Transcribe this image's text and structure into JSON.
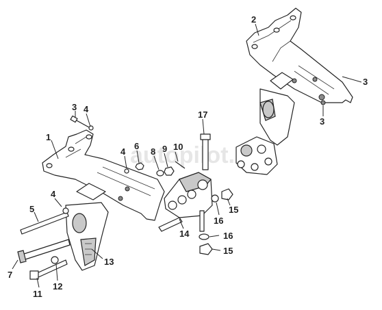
{
  "watermark": "autopilot.ru",
  "callouts": [
    "1",
    "2",
    "3",
    "3",
    "3",
    "4",
    "4",
    "4",
    "5",
    "6",
    "7",
    "8",
    "9",
    "10",
    "11",
    "12",
    "13",
    "14",
    "15",
    "15",
    "16",
    "16",
    "17"
  ]
}
